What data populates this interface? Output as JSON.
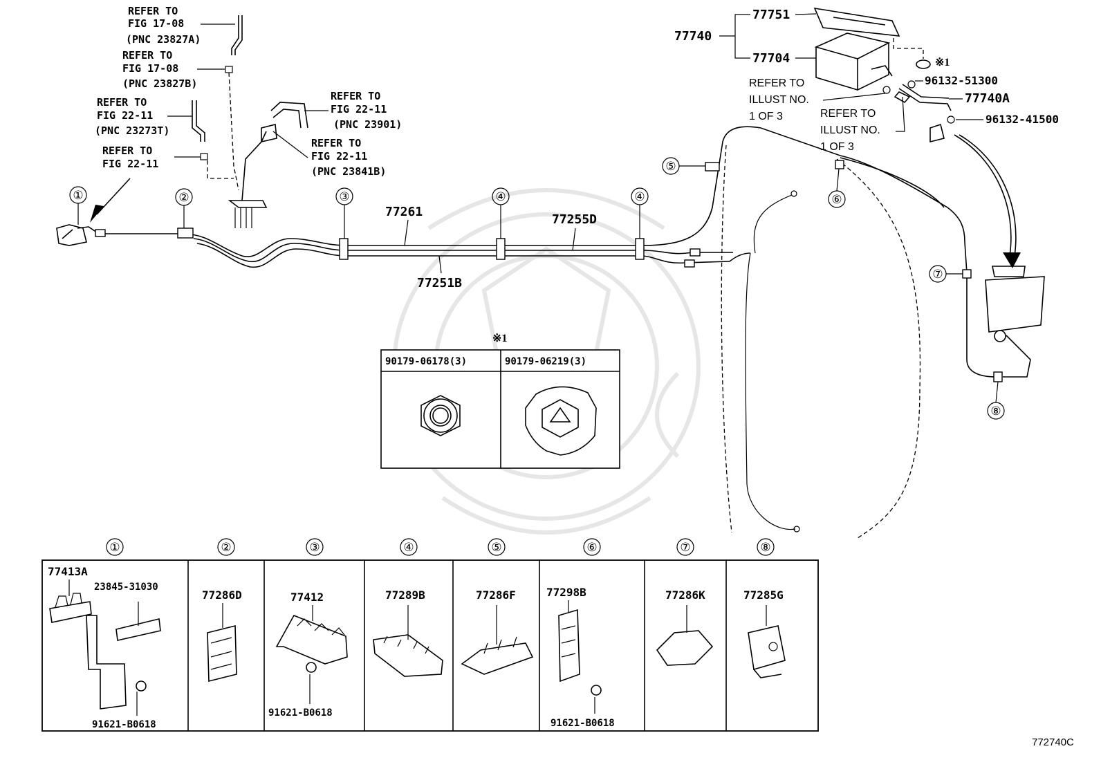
{
  "diagram_id": "772740C",
  "refs": {
    "r1": [
      "REFER TO",
      "FIG 17-08",
      "(PNC 23827A)"
    ],
    "r2": [
      "REFER TO",
      "FIG 17-08",
      "(PNC 23827B)"
    ],
    "r3": [
      "REFER TO",
      "FIG 22-11",
      "(PNC 23273T)"
    ],
    "r4": [
      "REFER TO",
      "FIG 22-11"
    ],
    "r5": [
      "REFER TO",
      "FIG 22-11",
      "(PNC 23901)"
    ],
    "r6": [
      "REFER TO",
      "FIG 22-11",
      "(PNC 23841B)"
    ],
    "r7": [
      "REFER TO",
      "ILLUST NO.",
      "1 OF 3"
    ],
    "r8": [
      "REFER TO",
      "ILLUST NO.",
      "1 OF 3"
    ]
  },
  "callouts": [
    "①",
    "②",
    "③",
    "④",
    "④",
    "⑤",
    "⑥",
    "⑦",
    "⑧"
  ],
  "parts": {
    "p77261": "77261",
    "p77255D": "77255D",
    "p77251B": "77251B",
    "p77751": "77751",
    "p77740": "77740",
    "p77704": "77704",
    "p96132_51300": "96132-51300",
    "p77740A": "77740A",
    "p96132_41500": "96132-41500",
    "note_mark": "※1"
  },
  "note_table": {
    "mark": "※1",
    "headers": [
      "90179-06178(3)",
      "90179-06219(3)"
    ]
  },
  "clamp_table": {
    "numbers": [
      "①",
      "②",
      "③",
      "④",
      "⑤",
      "⑥",
      "⑦",
      "⑧"
    ],
    "c1": {
      "main": "77413A",
      "sub": "23845-31030",
      "bolt": "91621-B0618"
    },
    "c2": {
      "main": "77286D"
    },
    "c3": {
      "main": "77412",
      "bolt": "91621-B0618"
    },
    "c4": {
      "main": "77289B"
    },
    "c5": {
      "main": "77286F"
    },
    "c6": {
      "main": "77298B",
      "bolt": "91621-B0618"
    },
    "c7": {
      "main": "77286K"
    },
    "c8": {
      "main": "77285G"
    }
  }
}
